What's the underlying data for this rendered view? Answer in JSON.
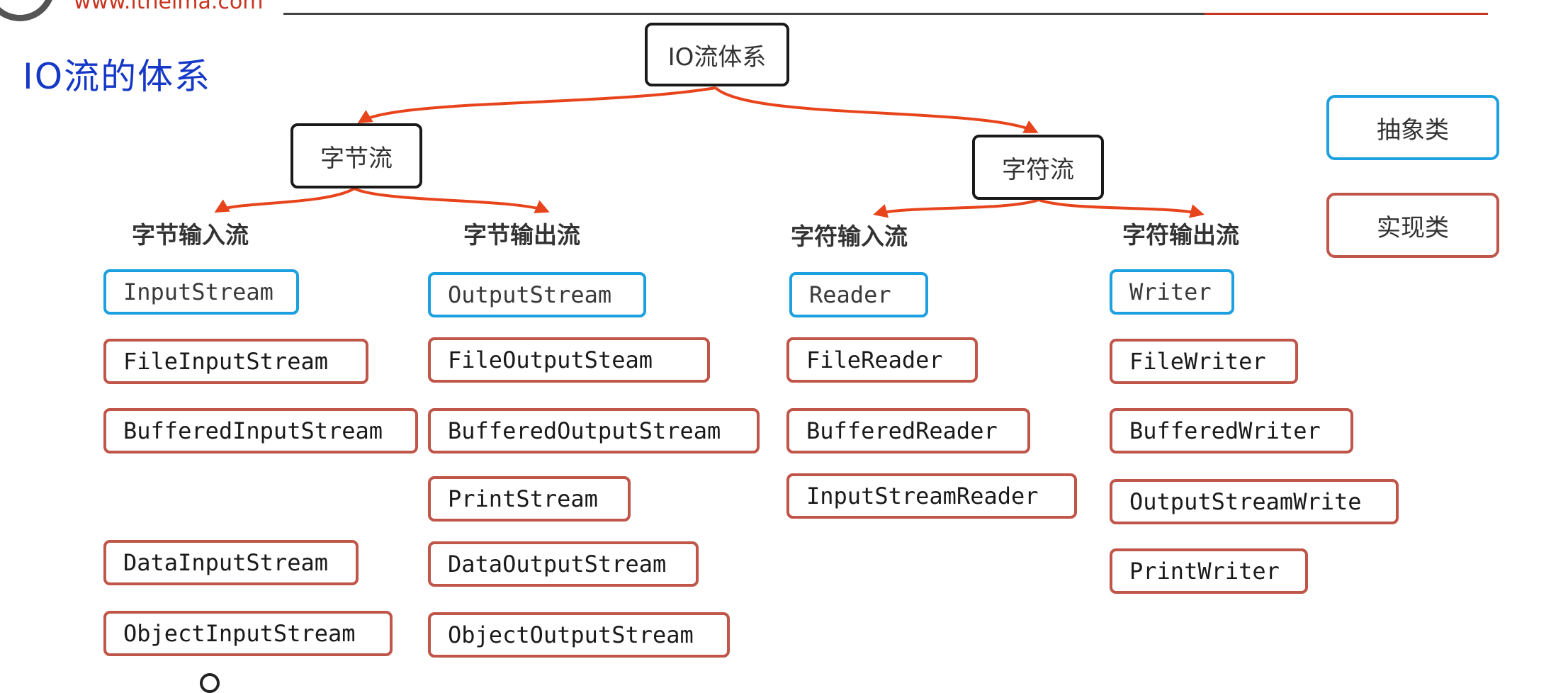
{
  "header": {
    "site_url": "www.itheima.com"
  },
  "title": "IO流的体系",
  "root": {
    "label": "IO流体系"
  },
  "branches": [
    {
      "label": "字节流",
      "groups": [
        {
          "label": "字节输入流",
          "items": [
            {
              "name": "InputStream",
              "kind": "abstract"
            },
            {
              "name": "FileInputStream",
              "kind": "impl"
            },
            {
              "name": "BufferedInputStream",
              "kind": "impl"
            },
            {
              "name": "DataInputStream",
              "kind": "impl"
            },
            {
              "name": "ObjectInputStream",
              "kind": "impl"
            }
          ]
        },
        {
          "label": "字节输出流",
          "items": [
            {
              "name": "OutputStream",
              "kind": "abstract"
            },
            {
              "name": "FileOutputSteam",
              "kind": "impl"
            },
            {
              "name": "BufferedOutputStream",
              "kind": "impl"
            },
            {
              "name": "PrintStream",
              "kind": "impl"
            },
            {
              "name": "DataOutputStream",
              "kind": "impl"
            },
            {
              "name": "ObjectOutputStream",
              "kind": "impl"
            }
          ]
        }
      ]
    },
    {
      "label": "字符流",
      "groups": [
        {
          "label": "字符输入流",
          "items": [
            {
              "name": "Reader",
              "kind": "abstract"
            },
            {
              "name": "FileReader",
              "kind": "impl"
            },
            {
              "name": "BufferedReader",
              "kind": "impl"
            },
            {
              "name": "InputStreamReader",
              "kind": "impl"
            }
          ]
        },
        {
          "label": "字符输出流",
          "items": [
            {
              "name": "Writer",
              "kind": "abstract"
            },
            {
              "name": "FileWriter",
              "kind": "impl"
            },
            {
              "name": "BufferedWriter",
              "kind": "impl"
            },
            {
              "name": "OutputStreamWrite",
              "kind": "impl"
            },
            {
              "name": "PrintWriter",
              "kind": "impl"
            }
          ]
        }
      ]
    }
  ],
  "legend": {
    "abstract_label": "抽象类",
    "impl_label": "实现类"
  },
  "colors": {
    "abstract": "#1ca0e0",
    "impl": "#c0564a",
    "arrow": "#e8441c",
    "title": "#1538c7"
  }
}
